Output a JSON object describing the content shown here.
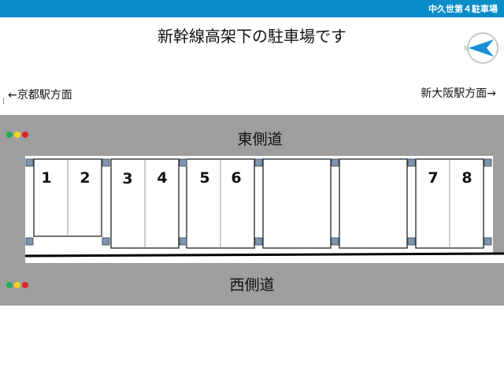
{
  "header": {
    "lot_name": "中久世第４駐車場"
  },
  "title": "新幹線高架下の駐車場です",
  "directions": {
    "left": "←京都駅方面",
    "right": "新大阪駅方面→"
  },
  "roads": {
    "east": "東側道",
    "west": "西側道"
  },
  "compass": {
    "letter": "N"
  },
  "spaces": [
    "1",
    "2",
    "3",
    "4",
    "5",
    "6",
    "7",
    "8"
  ],
  "colors": {
    "header_bar": "#0a8cc9",
    "road": "#9e9e9e",
    "post": "#7f94ad",
    "compass_arrow": "#1a8fd6",
    "signal_green": "#1fae56",
    "signal_yellow": "#f2d417",
    "signal_red": "#e02424"
  }
}
